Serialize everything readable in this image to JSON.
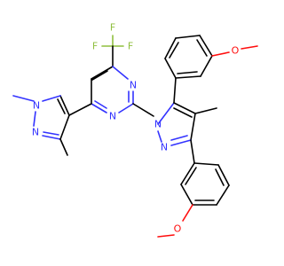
{
  "molecule": {
    "atoms": {
      "f_top": "F",
      "f_left": "F",
      "f_right": "F",
      "n_pyrimidine_1": "N",
      "n_pyrimidine_2": "N",
      "n_dimethylpyrazole_1": "N",
      "n_dimethylpyrazole_2": "N",
      "n_pyrazole_1": "N",
      "n_pyrazole_2": "N",
      "o_methoxy_top": "O",
      "o_methoxy_bottom": "O"
    },
    "colors": {
      "carbon_bond": "#000000",
      "nitrogen": "#3333ff",
      "oxygen": "#ff0d0d",
      "fluorine": "#8fbf3f",
      "background": "#ffffff"
    }
  }
}
